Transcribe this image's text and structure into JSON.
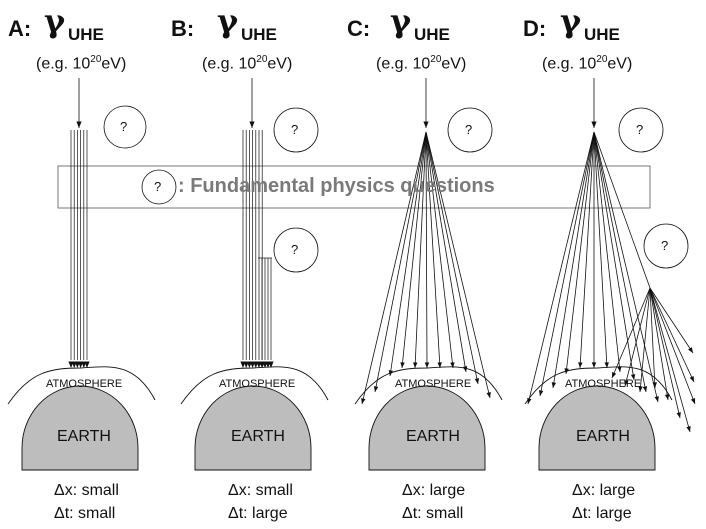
{
  "panels": [
    {
      "id": "A",
      "letter": "A:",
      "gamma": "γ",
      "sub": "UHE",
      "energy_pre": "(e.g. 10",
      "energy_exp": "20",
      "energy_post": "eV)",
      "atmosphere": "ATMOSPHERE",
      "earth": "EARTH",
      "dx": "Δx: small",
      "dt": "Δt: small"
    },
    {
      "id": "B",
      "letter": "B:",
      "gamma": "γ",
      "sub": "UHE",
      "energy_pre": "(e.g. 10",
      "energy_exp": "20",
      "energy_post": "eV)",
      "atmosphere": "ATMOSPHERE",
      "earth": "EARTH",
      "dx": "Δx: small",
      "dt": "Δt: large"
    },
    {
      "id": "C",
      "letter": "C:",
      "gamma": "γ",
      "sub": "UHE",
      "energy_pre": "(e.g. 10",
      "energy_exp": "20",
      "energy_post": "eV)",
      "atmosphere": "ATMOSPHERE",
      "earth": "EARTH",
      "dx": "Δx: large",
      "dt": "Δt: small"
    },
    {
      "id": "D",
      "letter": "D:",
      "gamma": "γ",
      "sub": "UHE",
      "energy_pre": "(e.g. 10",
      "energy_exp": "20",
      "energy_post": "eV)",
      "atmosphere": "ATMOSPHERE",
      "earth": "EARTH",
      "dx": "Δx: large",
      "dt": "Δt: large"
    }
  ],
  "question_mark": "?",
  "banner": {
    "text": ": Fundamental physics questions"
  },
  "colors": {
    "earth_fill": "#bdbdbd",
    "banner_text": "#7a7a7a",
    "line": "#111111"
  }
}
